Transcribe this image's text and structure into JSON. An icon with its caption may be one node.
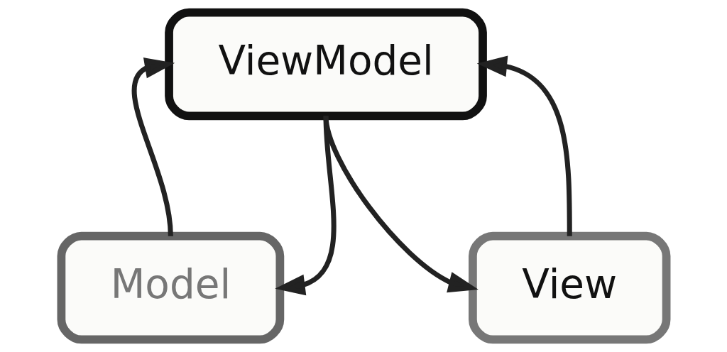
{
  "diagram": {
    "nodes": [
      {
        "text": [
          "ViewModel"
        ]
      },
      {
        "text": [
          "Model"
        ]
      },
      {
        "text": [
          "View"
        ]
      }
    ],
    "edges": [
      {
        "from": 1,
        "to": 0,
        "arrow": "to"
      },
      {
        "from": 0,
        "to": 1,
        "arrow": "to"
      },
      {
        "from": 0,
        "to": 2,
        "arrow": "to"
      },
      {
        "from": 2,
        "to": 0,
        "arrow": "to"
      }
    ]
  }
}
